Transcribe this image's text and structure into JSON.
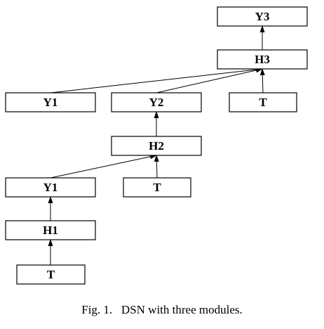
{
  "nodes": [
    {
      "id": "y3_top",
      "label": "Y3"
    },
    {
      "id": "h3",
      "label": "H3"
    },
    {
      "id": "y1_mid",
      "label": "Y1"
    },
    {
      "id": "y2_mid",
      "label": "Y2"
    },
    {
      "id": "t_mid",
      "label": "T"
    },
    {
      "id": "h2",
      "label": "H2"
    },
    {
      "id": "y1_low",
      "label": "Y1"
    },
    {
      "id": "t_low",
      "label": "T"
    },
    {
      "id": "h1",
      "label": "H1"
    },
    {
      "id": "t_bottom",
      "label": "T"
    }
  ],
  "edges": [
    {
      "from": "h3",
      "to": "y3_top"
    },
    {
      "from": "y1_mid",
      "to": "h3"
    },
    {
      "from": "y2_mid",
      "to": "h3"
    },
    {
      "from": "t_mid",
      "to": "h3"
    },
    {
      "from": "h2",
      "to": "y2_mid"
    },
    {
      "from": "y1_low",
      "to": "h2"
    },
    {
      "from": "t_low",
      "to": "h2"
    },
    {
      "from": "h1",
      "to": "y1_low"
    },
    {
      "from": "t_bottom",
      "to": "h1"
    }
  ],
  "caption": "Fig. 1.   DSN with three modules."
}
